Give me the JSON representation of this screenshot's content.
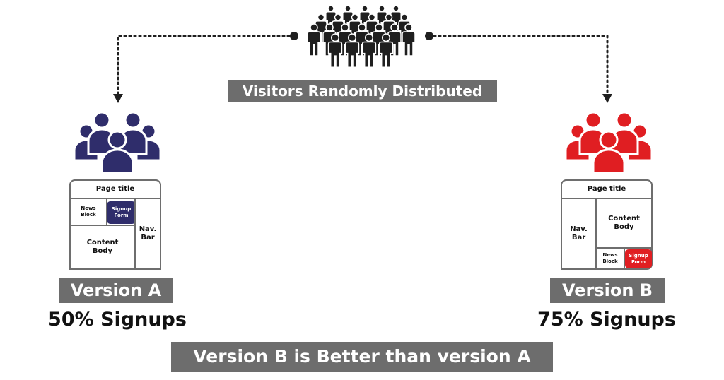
{
  "caption": "Visitors Randomly Distributed",
  "colors": {
    "crowd": "#1f1f1f",
    "group_a": "#2f2d6b",
    "group_b": "#e01e22",
    "label_bg": "#6d6d6d",
    "border": "#6e6e6e"
  },
  "icons": {
    "crowd": "crowd-icon",
    "group_a": "user-group-icon",
    "group_b": "user-group-icon"
  },
  "version_a": {
    "label": "Version A",
    "result": "50% Signups",
    "wireframe": {
      "page_title": "Page title",
      "news_block": "News\nBlock",
      "signup_form": "Signup\nForm",
      "content_body": "Content\nBody",
      "nav_bar": "Nav.\nBar"
    }
  },
  "version_b": {
    "label": "Version B",
    "result": "75% Signups",
    "wireframe": {
      "page_title": "Page title",
      "nav_bar": "Nav.\nBar",
      "content_body": "Content\nBody",
      "news_block": "News\nBlock",
      "signup_form": "Signup\nForm"
    }
  },
  "conclusion": "Version B is Better than version A"
}
